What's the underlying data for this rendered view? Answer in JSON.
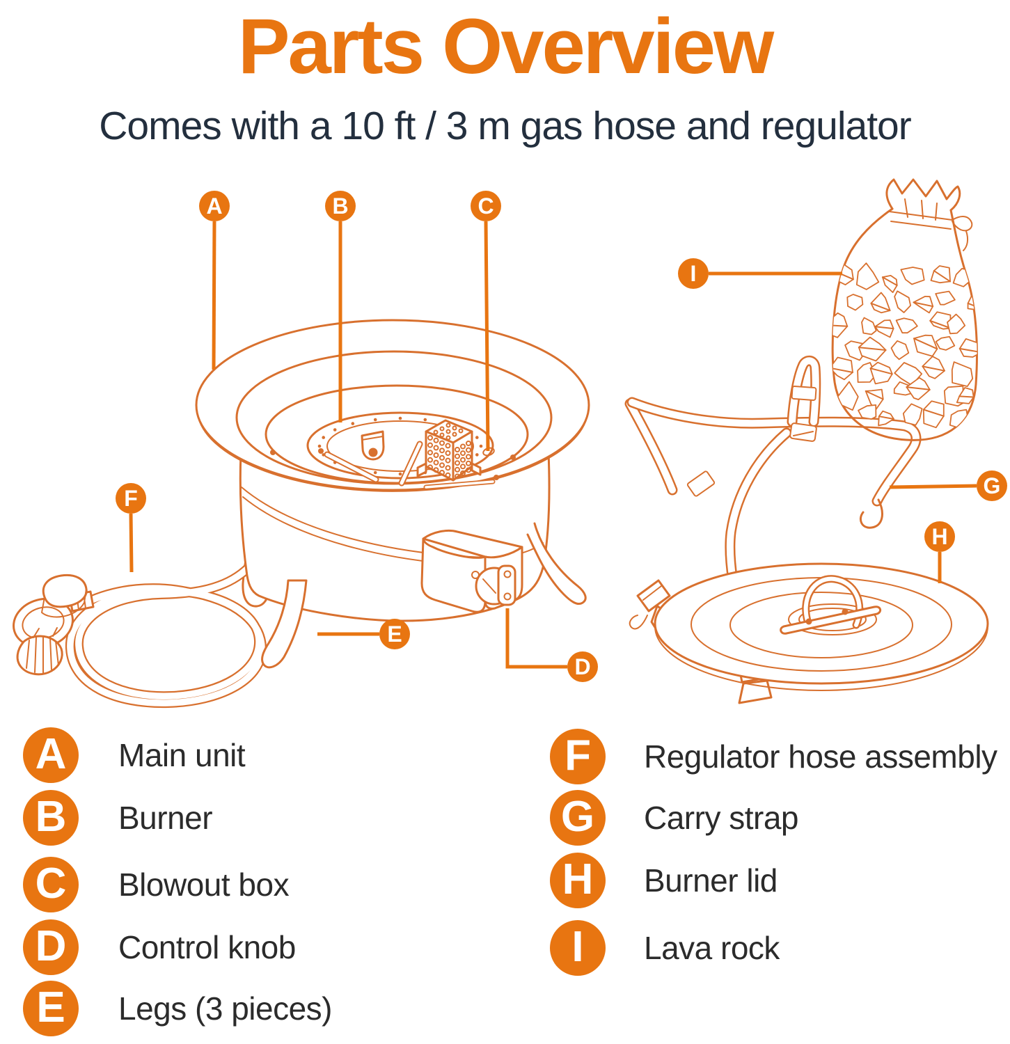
{
  "page": {
    "title": "Parts Overview",
    "subtitle": "Comes with a 10 ft / 3 m gas hose and regulator"
  },
  "colors": {
    "accent_orange": "#E87511",
    "lineart_orange": "#D8702E",
    "subtitle_navy": "#232F3E",
    "legend_text": "#2B2B2B",
    "badge_letter_white": "#FFFFFF",
    "background": "#FFFFFF"
  },
  "callouts": [
    {
      "letter": "A"
    },
    {
      "letter": "B"
    },
    {
      "letter": "C"
    },
    {
      "letter": "D"
    },
    {
      "letter": "E"
    },
    {
      "letter": "F"
    },
    {
      "letter": "G"
    },
    {
      "letter": "H"
    },
    {
      "letter": "I"
    }
  ],
  "legend": {
    "left": [
      {
        "letter": "A",
        "label": "Main unit"
      },
      {
        "letter": "B",
        "label": "Burner"
      },
      {
        "letter": "C",
        "label": "Blowout box"
      },
      {
        "letter": "D",
        "label": "Control knob"
      },
      {
        "letter": "E",
        "label": "Legs (3 pieces)"
      }
    ],
    "right": [
      {
        "letter": "F",
        "label": "Regulator hose assembly"
      },
      {
        "letter": "G",
        "label": "Carry strap"
      },
      {
        "letter": "H",
        "label": "Burner lid"
      },
      {
        "letter": "I",
        "label": "Lava rock"
      }
    ]
  }
}
